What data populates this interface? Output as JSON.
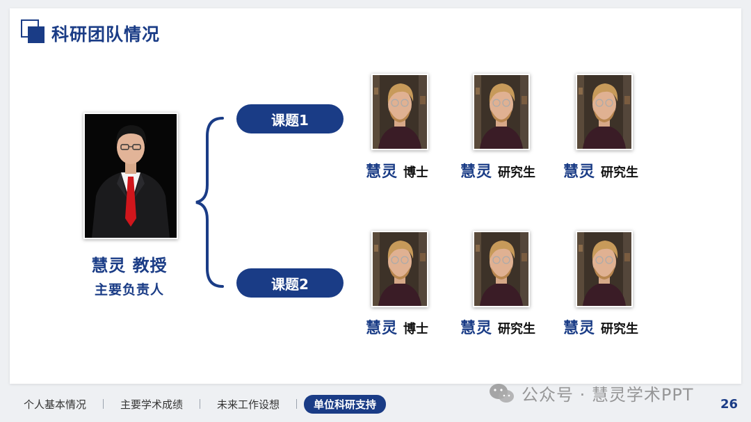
{
  "header": {
    "title": "科研团队情况"
  },
  "leader": {
    "name": "慧灵 教授",
    "role": "主要负责人"
  },
  "projects": [
    {
      "label": "课题1"
    },
    {
      "label": "课题2"
    }
  ],
  "members": [
    {
      "name": "慧灵",
      "title": "博士"
    },
    {
      "name": "慧灵",
      "title": "研究生"
    },
    {
      "name": "慧灵",
      "title": "研究生"
    },
    {
      "name": "慧灵",
      "title": "博士"
    },
    {
      "name": "慧灵",
      "title": "研究生"
    },
    {
      "name": "慧灵",
      "title": "研究生"
    }
  ],
  "footer": {
    "nav": [
      "个人基本情况",
      "主要学术成绩",
      "未来工作设想",
      "单位科研支持"
    ],
    "active_index": 3,
    "page_number": "26"
  },
  "watermark": "公众号 · 慧灵学术PPT",
  "colors": {
    "accent": "#1a3c86",
    "background": "#ffffff"
  }
}
